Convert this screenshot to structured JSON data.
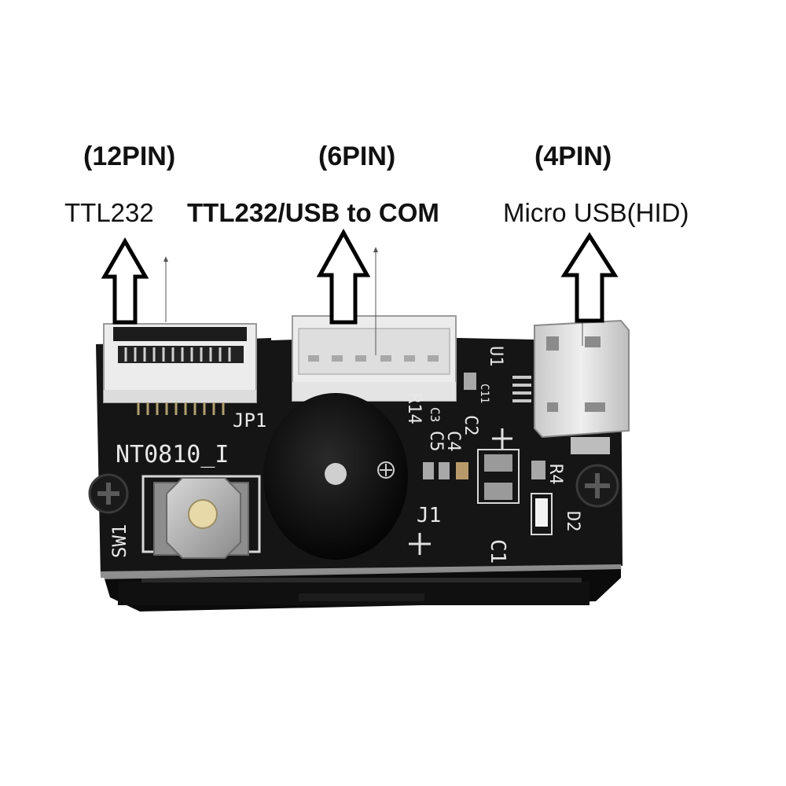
{
  "connectors": [
    {
      "pin_label": "(12PIN)",
      "interface": "TTL232"
    },
    {
      "pin_label": "(6PIN)",
      "interface": "TTL232/USB to COM"
    },
    {
      "pin_label": "(4PIN)",
      "interface": "Micro USB(HID)"
    }
  ],
  "board_silkscreen": {
    "model": "NT0810_I",
    "jp1": "JP1",
    "sw1": "SW1",
    "j1": "J1",
    "c1": "C1",
    "c2": "C2",
    "c4": "C4",
    "c5": "C5",
    "c3": "C3",
    "r4": "R4",
    "d2": "D2",
    "u1": "U1",
    "c11": "C11",
    "r14": "R14"
  },
  "colors": {
    "pcb": "#151515",
    "connector_white": "#ececec",
    "arrow_stroke": "#000000"
  }
}
